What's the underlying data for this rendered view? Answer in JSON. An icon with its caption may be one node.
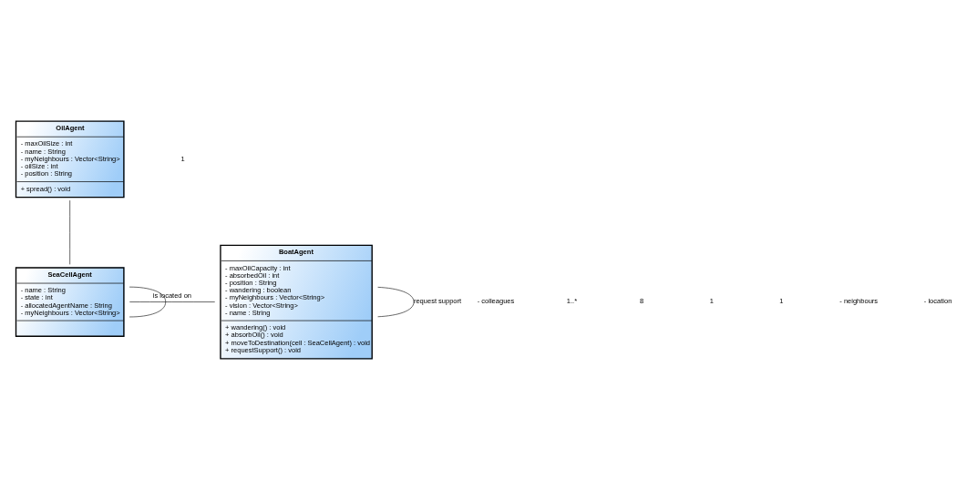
{
  "diagram": {
    "nodes": [
      {
        "text": [
          "OilAgent",
          "- maxOilSize : int",
          "- name : String",
          "- myNeighbours : Vector<String>",
          "- oilSize : int",
          "- position : String",
          "+ spread() : void"
        ]
      },
      {
        "text": [
          "SeaCellAgent",
          "- name : String",
          "- state : int",
          "- allocatedAgentName : String",
          "- myNeighbours : Vector<String>"
        ]
      },
      {
        "text": [
          "BoatAgent",
          "- maxOilCapacity : int",
          "- absorbedOil : int",
          "- position : String",
          "- wandering : boolean",
          "- myNeighbours : Vector<String>",
          "- vision : Vector<String>",
          "- name : String",
          "+ wandering() : void",
          "+ absorbOil() : void",
          "+ moveToDestination(cell : SeaCellAgent) : void",
          "+ requestSupport() : void"
        ]
      }
    ],
    "edges": [
      {
        "from": 0,
        "to": 1,
        "arrow": "none"
      },
      {
        "from": 1,
        "to": 1,
        "arrow": "none"
      },
      {
        "from": 1,
        "to": 2,
        "arrow": "none",
        "label": "is located on"
      },
      {
        "from": 2,
        "to": 2,
        "arrow": "none",
        "label": "request support"
      }
    ],
    "labels": [
      "- colleagues",
      "1",
      "1..*",
      "8",
      "1",
      "1",
      "- neighbours",
      "- location"
    ]
  }
}
